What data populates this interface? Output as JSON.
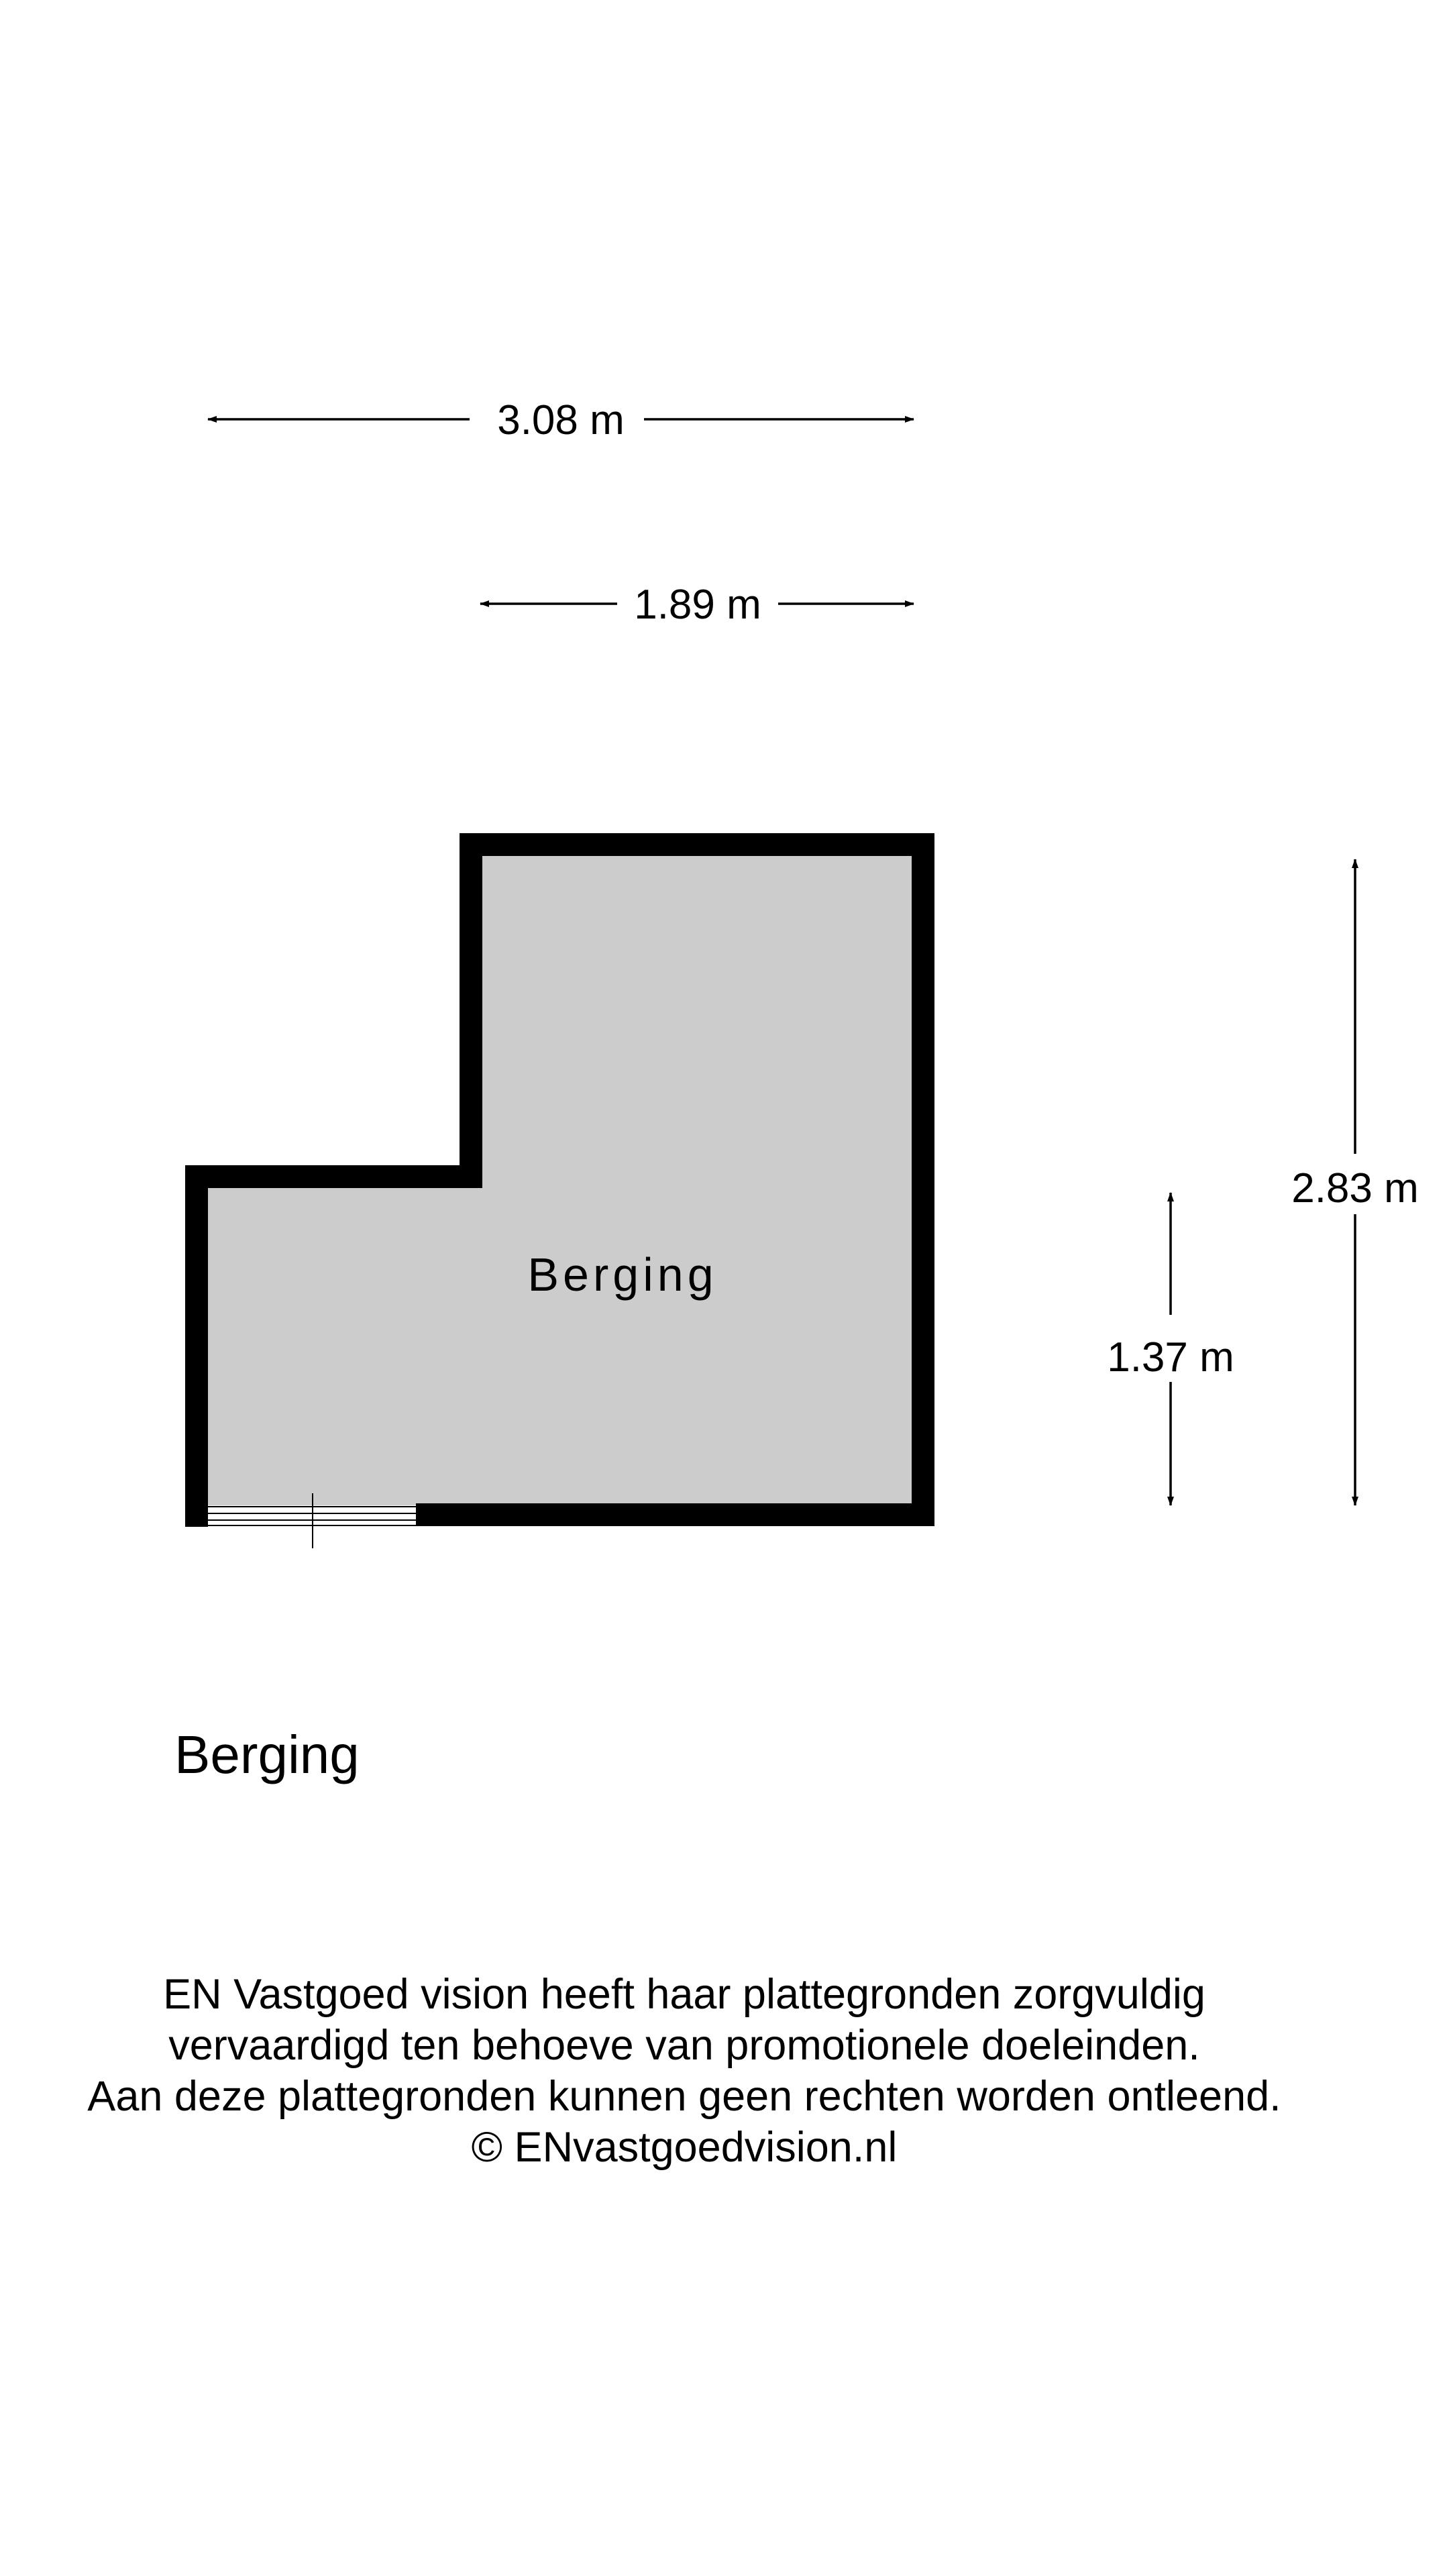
{
  "dimensions": {
    "top_width": "3.08 m",
    "upper_width": "1.89 m",
    "left_height": "1.37 m",
    "right_height": "2.83 m"
  },
  "room": {
    "label": "Berging"
  },
  "floor": {
    "name": "Berging"
  },
  "disclaimer": {
    "line1": "EN Vastgoed vision heeft haar plattegronden zorgvuldig",
    "line2": "vervaardigd ten behoeve van promotionele doeleinden.",
    "line3": "Aan deze plattegronden kunnen geen rechten worden ontleend.",
    "line4": "© ENvastgoedvision.nl"
  },
  "colors": {
    "wall": "#000000",
    "floor_fill": "#cccccc",
    "background": "#ffffff"
  }
}
